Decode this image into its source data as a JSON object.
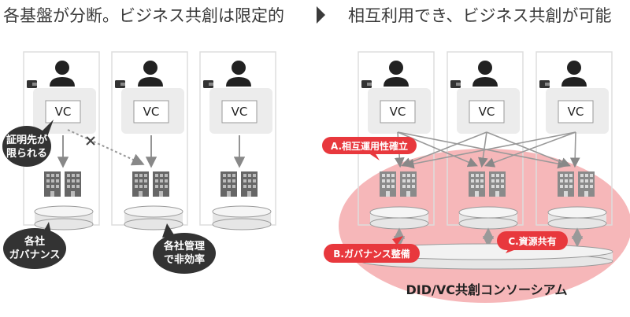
{
  "titles": {
    "left": "各基盤が分断。ビジネス共創は限定的",
    "right": "相互利用でき、ビジネス共創が可能"
  },
  "vc_label": "VC",
  "left_callouts": {
    "cert_line1": "証明先が",
    "cert_line2": "限られる",
    "governance_line1": "各社",
    "governance_line2": "ガバナンス",
    "mgmt_line1": "各社管理",
    "mgmt_line2": "で非効率"
  },
  "right_callouts": {
    "interop": "A.相互運用性確立",
    "governance": "B.ガバナンス整備",
    "resource": "C.資源共有"
  },
  "consortium": "DID/VC共創コンソーシアム",
  "colors": {
    "red": "#e8383d",
    "dark_bubble": "#333333",
    "pink_area": "#f6b7b9",
    "gray_icon": "#777777",
    "card": "#ececec"
  }
}
